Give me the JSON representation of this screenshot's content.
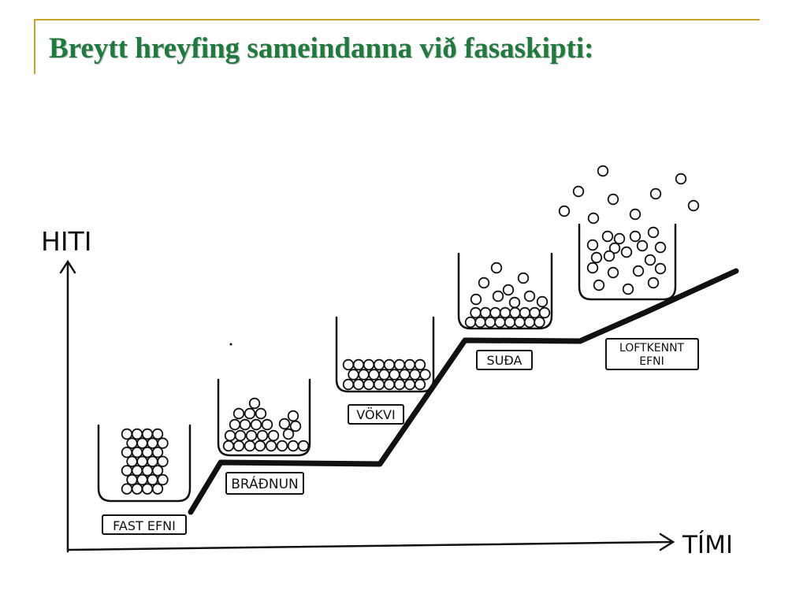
{
  "title": "Breytt hreyfing sameindanna við fasaskipti:",
  "axes": {
    "y_label": "HITI",
    "x_label": "TÍMI"
  },
  "stages": [
    {
      "id": "solid",
      "label_lines": [
        "FAST EFNI"
      ]
    },
    {
      "id": "melting",
      "label_lines": [
        "BRÁÐNUN"
      ]
    },
    {
      "id": "liquid",
      "label_lines": [
        "VÖKVI"
      ]
    },
    {
      "id": "boiling",
      "label_lines": [
        "SUÐA"
      ]
    },
    {
      "id": "gas",
      "label_lines": [
        "LOFTKENNT",
        "EFNI"
      ]
    }
  ],
  "colors": {
    "title": "#1f7a3d",
    "rule": "#c9a227",
    "ink": "#111111"
  }
}
